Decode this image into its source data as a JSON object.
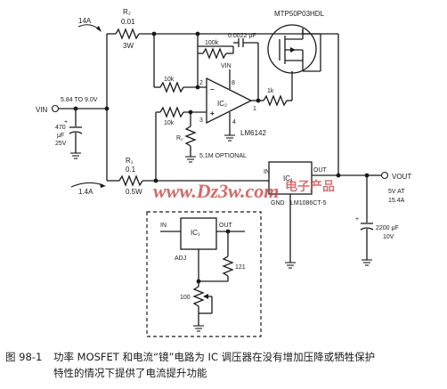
{
  "labels": {
    "current_in": "14A",
    "current_out_r1": "1.4A",
    "r2_name": "R₂",
    "r2_value": "0.01",
    "r2_watt": "3W",
    "r1_name": "R₁",
    "r1_value": "0.1",
    "r1_watt": "0.5W",
    "mosfet": "MTP50P03HDL",
    "r_fb": "100k",
    "c_fb": "0.0022 μF",
    "vin_pin": "VIN",
    "r_in_top": "10k",
    "r_in_bot": "10k",
    "r_out": "1k",
    "ic2": "IC₂",
    "pin8": "8",
    "pin2": "2",
    "pin3": "3",
    "pin4": "4",
    "pin1": "1",
    "opamp": "LM6142",
    "rs": "R₂",
    "rs_value": "5.1M OPTIONAL",
    "vin": "VIN",
    "vin_range": "5.84 TO 9.0V",
    "c_in": "470",
    "c_in_unit": "μF",
    "c_in_v": "25V",
    "ic1": "IC₁",
    "ic1_in": "IN",
    "ic1_out": "OUT",
    "ic1_gnd": "GND",
    "ic1_part": "LM1086CT-5",
    "vout": "VOUT",
    "vout_spec1": "5V AT",
    "vout_spec2": "15.4A",
    "c_out": "2200 μF",
    "c_out_v": "10V",
    "ic3": "IC₁",
    "ic3_in": "IN",
    "ic3_out": "OUT",
    "ic3_adj": "ADJ",
    "r_121": "121",
    "r_pot": "100",
    "watermark": "www.Dz3w.com",
    "watermark_cn": "电子产品"
  },
  "caption": {
    "figure_no": "图 98-1",
    "line1": "功率 MOSFET 和电流“镜”电路为 IC 调压器在没有增加压降或牺牲保护",
    "line2": "特性的情况下提供了电流提升功能"
  }
}
